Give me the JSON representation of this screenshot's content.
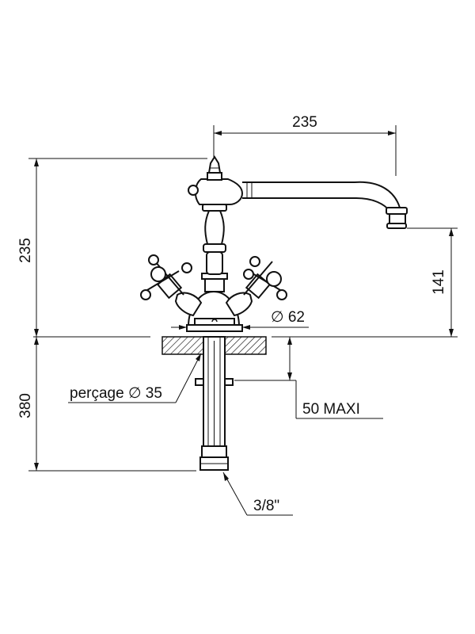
{
  "dimensions": {
    "spout_reach": "235",
    "total_height": "235",
    "spout_height": "141",
    "base_diameter": "∅ 62",
    "under_counter_length": "380",
    "drilling": "perçage ∅ 35",
    "max_thickness": "50 MAXI",
    "connection": "3/8\""
  },
  "colors": {
    "line": "#111111",
    "hatch": "#111111",
    "background": "#ffffff"
  }
}
